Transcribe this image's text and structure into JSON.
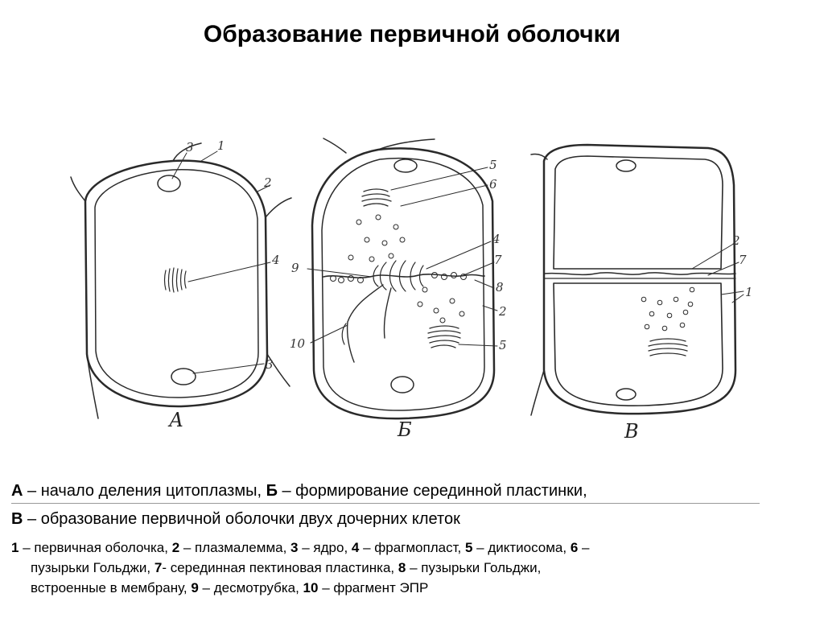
{
  "title": "Образование первичной оболочки",
  "panels": [
    {
      "letter": "А"
    },
    {
      "letter": "Б"
    },
    {
      "letter": "В"
    }
  ],
  "callouts": {
    "A": [
      "1",
      "2",
      "3",
      "4",
      "3"
    ],
    "B": [
      "5",
      "6",
      "4",
      "7",
      "9",
      "8",
      "2",
      "10",
      "5"
    ],
    "C": [
      "2",
      "7",
      "1"
    ]
  },
  "caption": {
    "line1": {
      "key": "А",
      "text": " – начало деления цитоплазмы, ",
      "key2": "Б",
      "text2": " – формирование серединной пластинки,"
    },
    "line2": {
      "key": "В",
      "text": " – образование первичной оболочки двух дочерних клеток"
    }
  },
  "legend": [
    {
      "num": "1",
      "text": " – первичная оболочка, "
    },
    {
      "num": "2",
      "text": " – плазмалемма, "
    },
    {
      "num": "3",
      "text": " – ядро, "
    },
    {
      "num": "4",
      "text": " – фрагмопласт, "
    },
    {
      "num": "5",
      "text": " – диктиосома, "
    },
    {
      "num": "6",
      "text": " – пузырьки Гольджи, "
    },
    {
      "num": "7",
      "text": "- серединная пектиновая пластинка, "
    },
    {
      "num": "8",
      "text": " – пузырьки Гольджи, встроенные в мембрану, "
    },
    {
      "num": "9",
      "text": " – десмотрубка, "
    },
    {
      "num": "10",
      "text": " – фрагмент ЭПР"
    }
  ]
}
